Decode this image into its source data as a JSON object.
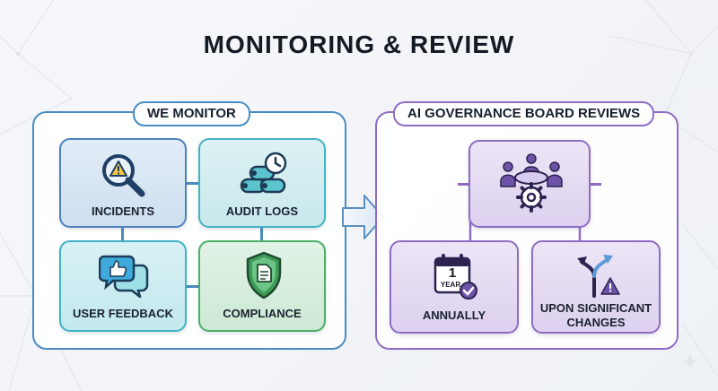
{
  "title": "MONITORING & REVIEW",
  "left_panel": {
    "heading": "WE MONITOR",
    "cards": {
      "incidents": "INCIDENTS",
      "audit_logs": "AUDIT LOGS",
      "user_feedback": "USER FEEDBACK",
      "compliance": "COMPLIANCE"
    }
  },
  "right_panel": {
    "heading": "AI GOVERNANCE BOARD REVIEWS",
    "cards": {
      "annually": "ANNUALLY",
      "changes_line1": "UPON SIGNIFICANT",
      "changes_line2": "CHANGES"
    },
    "calendar_number": "1",
    "calendar_unit": "YEAR"
  },
  "colors": {
    "blue": "#4a8cc2",
    "teal": "#45b2c2",
    "green": "#4cae6a",
    "purple": "#8f6cc4"
  },
  "icons": [
    "search-warning-icon",
    "logs-clock-icon",
    "thumbs-up-chat-icon",
    "shield-document-icon",
    "meeting-gear-icon",
    "calendar-check-icon",
    "diverging-arrows-warning-icon",
    "sparkle-icon"
  ]
}
